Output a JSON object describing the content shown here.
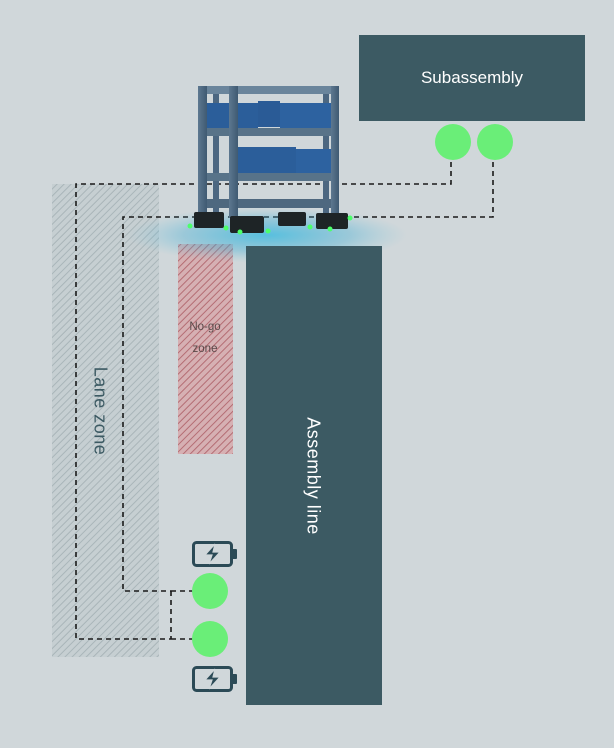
{
  "labels": {
    "subassembly": "Subassembly",
    "assembly_line": "Assembly line",
    "lane_zone": "Lane zone",
    "no_go_zone_line1": "No-go",
    "no_go_zone_line2": "zone"
  },
  "icons": [
    "charging-battery-icon",
    "charging-battery-icon",
    "status-indicator-icon",
    "amr-cart-icon"
  ],
  "colors": {
    "background": "#d0d7da",
    "station": "#3c5a63",
    "indicator": "#6aee78",
    "no_go_hatch": "#c98a8e",
    "lane_hatch": "#aab6ba",
    "route": "#1a1a1a"
  }
}
